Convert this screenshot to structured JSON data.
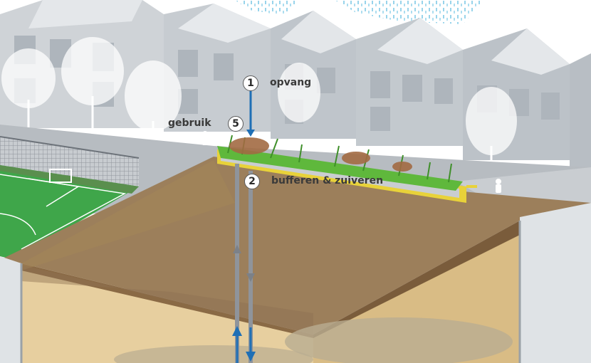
{
  "steps": [
    {
      "number": "1",
      "label": "opvang"
    },
    {
      "number": "5",
      "label": "gebruik"
    },
    {
      "number": "2",
      "label": "bufferen & zuiveren"
    }
  ],
  "colors": {
    "arrow_blue": "#1f6fb5",
    "wadi_yellow": "#e8d23a",
    "grass_green": "#5fb83c",
    "pitch_green": "#3fa64a",
    "top_soil": "#8a6a45",
    "aquifer_sand": "#e7cf9f",
    "building_gray": "#c9ced3"
  }
}
